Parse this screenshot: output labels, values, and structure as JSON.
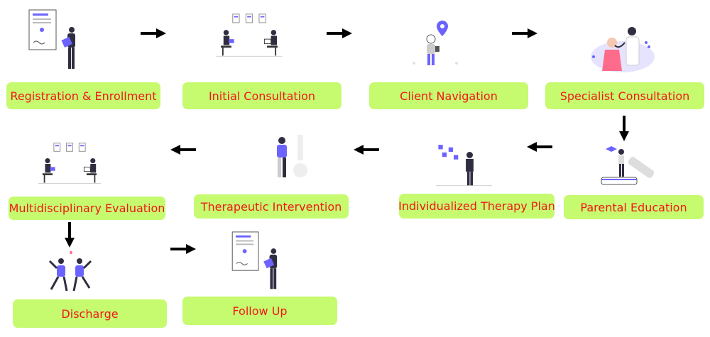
{
  "colors": {
    "box_fill": "#c6fa6f",
    "label_text": "#f01818",
    "accent_purple": "#6c63ff",
    "arrow": "#000000"
  },
  "steps": [
    {
      "label": "Registration & Enrollment",
      "icon": "document-person-icon"
    },
    {
      "label": "Initial Consultation",
      "icon": "consultation-icon"
    },
    {
      "label": "Client Navigation",
      "icon": "navigation-pin-icon"
    },
    {
      "label": "Specialist Consultation",
      "icon": "doctor-icon"
    },
    {
      "label": "Parental Education",
      "icon": "education-books-icon"
    },
    {
      "label": "Individualized Therapy Plan",
      "icon": "therapy-plan-icon"
    },
    {
      "label": "Therapeutic Intervention",
      "icon": "intervention-icon"
    },
    {
      "label": "Multidisciplinary Evaluation",
      "icon": "evaluation-icon"
    },
    {
      "label": "Discharge",
      "icon": "celebration-icon"
    },
    {
      "label": "Follow Up",
      "icon": "document-person-icon"
    }
  ]
}
